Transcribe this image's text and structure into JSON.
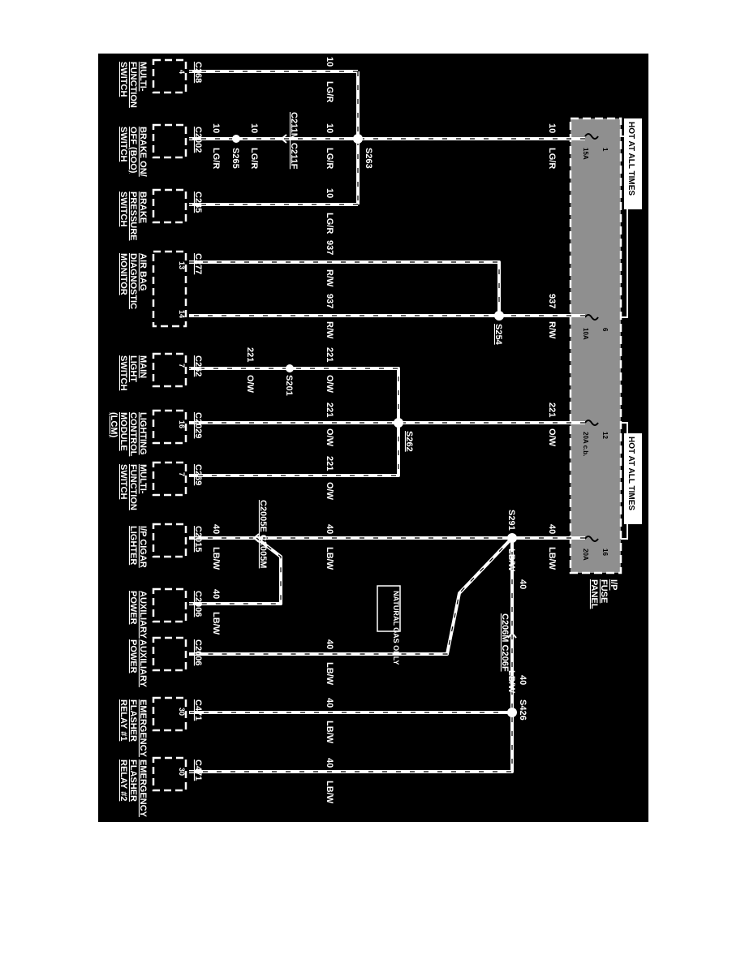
{
  "page": {
    "background": "#ffffff",
    "diagram_background": "#000000",
    "wire_color": "#ffffff",
    "fuse_panel_fill": "#8f8f8f"
  },
  "fuse_panel": {
    "name": "I/P FUSE PANEL",
    "hot_label_a": "HOT AT ALL TIMES",
    "hot_label_b": "HOT AT ALL TIMES",
    "fuses": [
      {
        "num": "1",
        "amp": "15A"
      },
      {
        "num": "6",
        "amp": "10A"
      },
      {
        "num": "12",
        "amp": "20A c.b."
      },
      {
        "num": "16",
        "amp": "20A"
      }
    ]
  },
  "feed_labels": {
    "f1_circuit": "10",
    "f1_color": "LG/R",
    "f6_circuit": "937",
    "f6_color": "R/W",
    "f12_circuit": "221",
    "f12_color": "O/W",
    "f16_circuit": "40",
    "f16_color": "LB/W"
  },
  "splices": {
    "s263": "S263",
    "s265": "S265",
    "s254": "S254",
    "s201": "S201",
    "s262": "S262",
    "s291": "S291",
    "s426": "S426"
  },
  "inline_connectors": {
    "c211": "C211M C211F",
    "c2005": "C2005E C2005M",
    "c206": "C206M  C206F"
  },
  "natural_gas_label": "NATURAL GAS ONLY",
  "wire_labels": {
    "mfs_circuit": "10",
    "mfs_color": "LG/R",
    "boo_circuit_a": "10",
    "boo_color_a": "LG/R",
    "boo_circuit_b": "10",
    "boo_color_b": "LG/R",
    "boo_circuit_c": "10",
    "boo_color_c": "LG/R",
    "bps_circuit": "10",
    "bps_color": "LG/R",
    "abm_circuit_13": "937",
    "abm_color_13": "R/W",
    "abm_circuit_14": "937",
    "abm_color_14": "R/W",
    "abm_circuit_14b": "937",
    "mls_circuit_a": "221",
    "mls_color_a": "O/W",
    "mls_circuit_b": "221",
    "mls_color_b": "O/W",
    "mls_circuit_c": "221",
    "lcm_circuit": "221",
    "lcm_color": "O/W",
    "mfs2_circuit": "221",
    "mfs2_color": "O/W",
    "cig_circuit_a": "40",
    "cig_color_a": "LB/W",
    "cig_circuit_b": "40",
    "cig_color_b": "LB/W",
    "aux1_circuit": "40",
    "aux1_color": "LB/W",
    "aux2_circuit": "40",
    "aux2_color": "LB/W",
    "ef1_circuit": "40",
    "ef1_color": "LB/W",
    "ef2_circuit": "40",
    "ef2_color": "LB/W",
    "branch_circuit_a": "40",
    "branch_color_a": "LB/W",
    "branch_circuit_b": "40",
    "branch_color_b": "LB/W"
  },
  "components": [
    {
      "id": "mfs1",
      "name": "MULTI- FUNCTION SWITCH",
      "line1": "MULTI-",
      "line2": "FUNCTION",
      "line3": "SWITCH",
      "line4": "",
      "connector": "C268",
      "pin": "4"
    },
    {
      "id": "boo",
      "name": "BRAKE ON/ OFF (BOO) SWITCH",
      "line1": "BRAKE ON/",
      "line2": "OFF (BOO)",
      "line3": "SWITCH",
      "line4": "",
      "connector": "C2002",
      "pin": ""
    },
    {
      "id": "bps",
      "name": "BRAKE PRESSURE SWITCH",
      "line1": "BRAKE",
      "line2": "PRESSURE",
      "line3": "SWITCH",
      "line4": "",
      "connector": "C235",
      "pin": ""
    },
    {
      "id": "abm",
      "name": "AIR BAG DIAGNOSTIC MONITOR",
      "line1": "AIR BAG",
      "line2": "DIAGNOSTIC",
      "line3": "MONITOR",
      "line4": "",
      "connector": "C277",
      "pin": "13",
      "pin2": "14"
    },
    {
      "id": "mls",
      "name": "MAIN LIGHT SWITCH",
      "line1": "MAIN",
      "line2": "LIGHT",
      "line3": "SWITCH",
      "line4": "",
      "connector": "C262",
      "pin": "7"
    },
    {
      "id": "lcm",
      "name": "LIGHTING CONTROL MODULE (LCM)",
      "line1": "LIGHTING",
      "line2": "CONTROL",
      "line3": "MODULE",
      "line4": "(LCM)",
      "connector": "C2029",
      "pin": "16"
    },
    {
      "id": "mfs2",
      "name": "MULTI- FUNCTION SWITCH",
      "line1": "MULTI-",
      "line2": "FUNCTION",
      "line3": "SWITCH",
      "line4": "",
      "connector": "C269",
      "pin": "7"
    },
    {
      "id": "cig",
      "name": "I/P CIGAR LIGHTER",
      "line1": "I/P CIGAR",
      "line2": "LIGHTER",
      "line3": "",
      "line4": "",
      "connector": "C2015",
      "pin": ""
    },
    {
      "id": "aux1",
      "name": "AUXILIARY POWER",
      "line1": "AUXILIARY",
      "line2": "POWER",
      "line3": "",
      "line4": "",
      "connector": "C2006",
      "pin": ""
    },
    {
      "id": "aux2",
      "name": "AUXILIARY POWER",
      "line1": "AUXILIARY",
      "line2": "POWER",
      "line3": "",
      "line4": "",
      "connector": "C2006",
      "pin": ""
    },
    {
      "id": "ef1",
      "name": "EMERGENCY FLASHER RELAY #1",
      "line1": "EMERGENCY",
      "line2": "FLASHER",
      "line3": "RELAY #1",
      "line4": "",
      "connector": "C471",
      "pin": "30"
    },
    {
      "id": "ef2",
      "name": "EMERGENCY FLASHER RELAY #2",
      "line1": "EMERGENCY",
      "line2": "FLASHER",
      "line3": "RELAY #2",
      "line4": "",
      "connector": "C471",
      "pin": "30"
    }
  ]
}
